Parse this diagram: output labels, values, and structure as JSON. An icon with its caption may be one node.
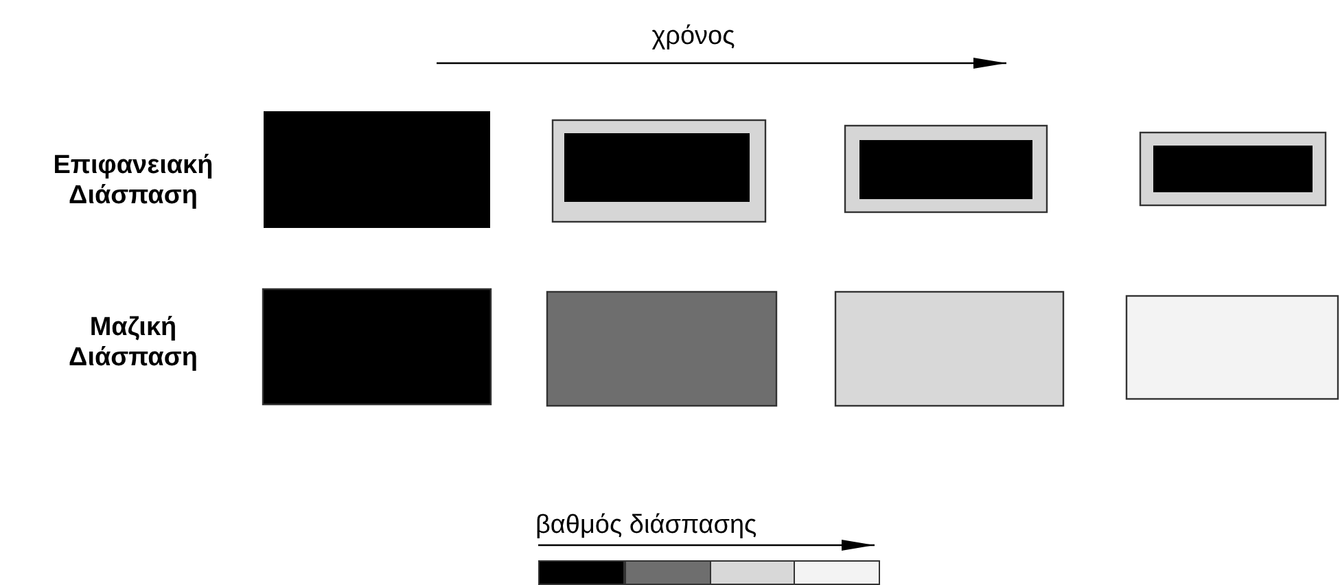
{
  "diagram": {
    "labels": [
      "χρόνος",
      "Επιφανειακή Διάσπαση",
      "Μαζική Διάσπαση",
      "βαθμός διάσπασης"
    ]
  }
}
